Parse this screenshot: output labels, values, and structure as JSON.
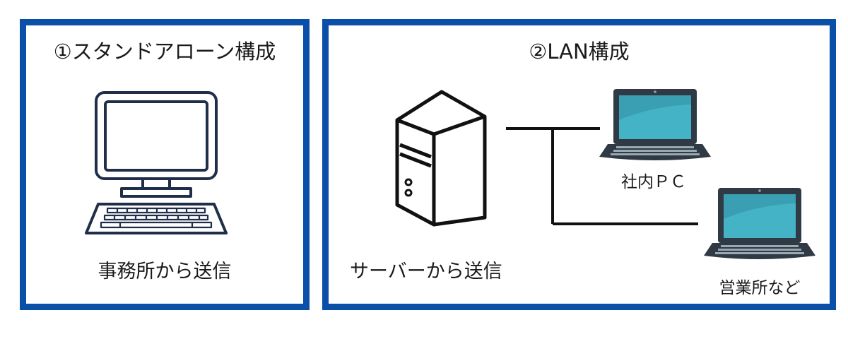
{
  "standalone": {
    "title": "①スタンドアローン構成",
    "caption": "事務所から送信"
  },
  "lan": {
    "title": "②LAN構成",
    "server_caption": "サーバーから送信",
    "pc_label": "社内ＰＣ",
    "office_label": "営業所など"
  },
  "colors": {
    "frame": "#0a4fa8",
    "monitor_outline": "#1f2f4a",
    "laptop_screen": "#45b3c6",
    "laptop_body": "#2f3a44"
  }
}
